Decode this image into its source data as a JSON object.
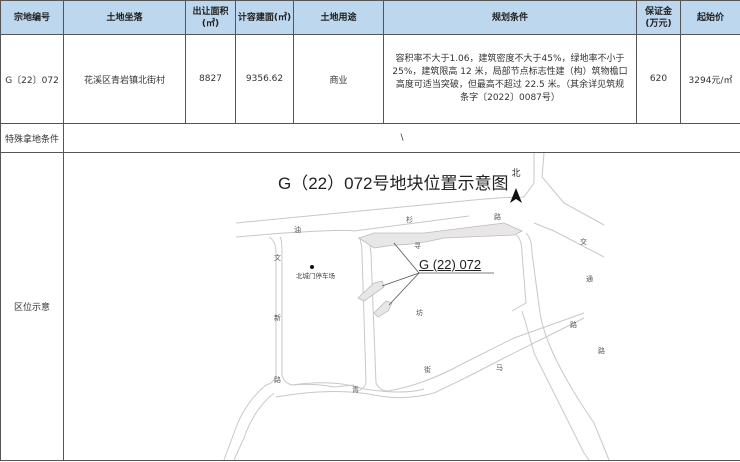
{
  "table": {
    "headers": {
      "parcel_no": "宗地编号",
      "location": "土地坐落",
      "area_line1": "出让面积",
      "area_line2": "(㎡)",
      "gfa": "计容建面(㎡)",
      "use": "土地用途",
      "conditions": "规划条件",
      "deposit_line1": "保证金",
      "deposit_line2": "(万元)",
      "start_price": "起始价"
    },
    "row": {
      "parcel_no": "G〔22〕072",
      "location": "花溪区青岩镇北街村",
      "area": "8827",
      "gfa": "9356.62",
      "use": "商业",
      "conditions": "容积率不大于1.06，建筑密度不大于45%，绿地率不小于25%，建筑限高 12 米，局部节点标志性建（构）筑物檐口高度可适当突破，但最高不超过 22.5 米。（其余详见筑规条字〔2022〕0087号）",
      "deposit": "620",
      "start_price": "3294元/㎡"
    },
    "special": {
      "label": "特殊拿地条件",
      "value": "\\"
    },
    "map_row": {
      "label": "区位示意"
    }
  },
  "map": {
    "title": "G（22）072号地块位置示意图",
    "north_label": "北",
    "plot_label": "G (22) 072",
    "park_label": "北城门停车场",
    "road_labels": {
      "you": "油",
      "shan": "杉",
      "lu_top": "路",
      "wen": "文",
      "xin": "新",
      "lu_left": "路",
      "qing": "青",
      "xun": "寻",
      "fang": "坊",
      "jie": "街",
      "ma": "马",
      "lu_mid": "路",
      "jiao": "交",
      "tong": "通",
      "lu_right": "路"
    }
  }
}
